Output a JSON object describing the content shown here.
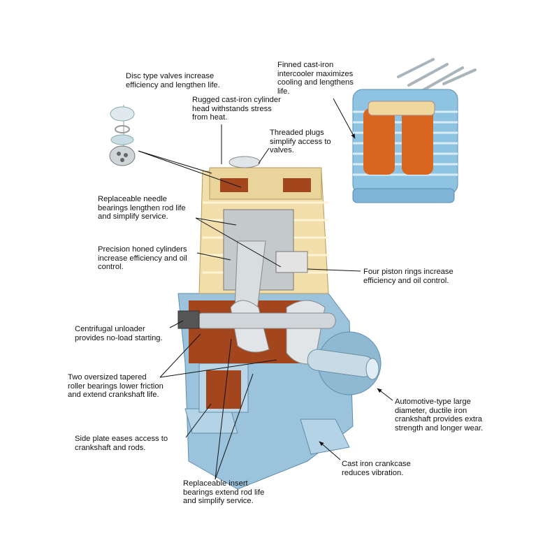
{
  "colors": {
    "crankcase": "#9cc3dc",
    "cylinder": "#f1deaa",
    "interior": "#a4461d",
    "steel": "#d8dde0",
    "intercooler_core": "#d9661f"
  },
  "callouts": {
    "disc_valves": "Disc type valves increase\nefficiency and lengthen life.",
    "intercooler": "Finned cast-iron\nintercooler maximizes\ncooling and lengthens\nlife.",
    "cylinder_head": "Rugged cast-iron cylinder\nhead withstands stress\nfrom heat.",
    "threaded_plugs": "Threaded plugs\nsimplify access to\nvalves.",
    "needle_bearings": "Replaceable needle\nbearings lengthen rod life\nand simplify service.",
    "honed_cylinders": "Precision honed cylinders\nincrease efficiency and oil\ncontrol.",
    "piston_rings": "Four piston rings increase\nefficiency and oil control.",
    "unloader": "Centrifugal unloader\nprovides no-load starting.",
    "roller_bearings": "Two oversized tapered\nroller bearings lower friction\nand extend crankshaft life.",
    "crankshaft": "Automotive-type large\ndiameter, ductile iron\ncrankshaft provides extra\nstrength and longer wear.",
    "side_plate": "Side plate eases access to\ncrankshaft and rods.",
    "crankcase": "Cast iron crankcase\nreduces vibration.",
    "insert_bearings": "Replaceable insert\nbearings extend rod life\nand simplify service."
  }
}
